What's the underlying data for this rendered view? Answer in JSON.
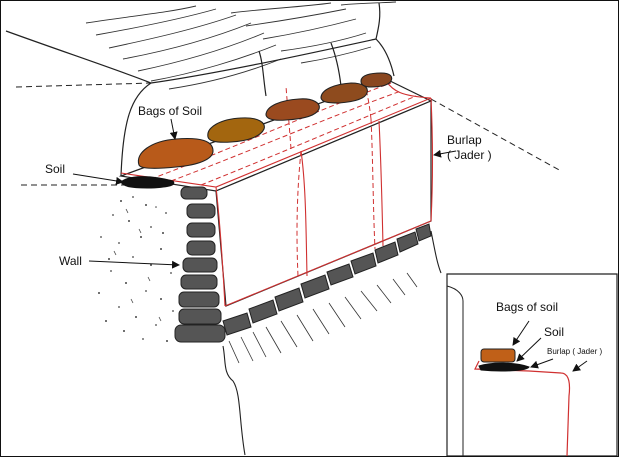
{
  "labels": {
    "bags_of_soil": "Bags of Soil",
    "soil": "Soil",
    "wall": "Wall",
    "burlap_line1": "Burlap",
    "burlap_line2": "( Jader )",
    "inset_bags_of_soil": "Bags of soil",
    "inset_soil": "Soil",
    "inset_burlap": "Burlap ( Jader )"
  },
  "colors": {
    "outline": "#222222",
    "burlap": "#d03030",
    "soil": "#111111",
    "wall_stone": "#555555",
    "bag_fills": [
      "#b85a1a",
      "#a3660f",
      "#9a4a1f",
      "#8e4b1e",
      "#8a4720"
    ],
    "inset_bag": "#c06018"
  },
  "icons": {
    "annotation_pointer": "arrowhead"
  }
}
